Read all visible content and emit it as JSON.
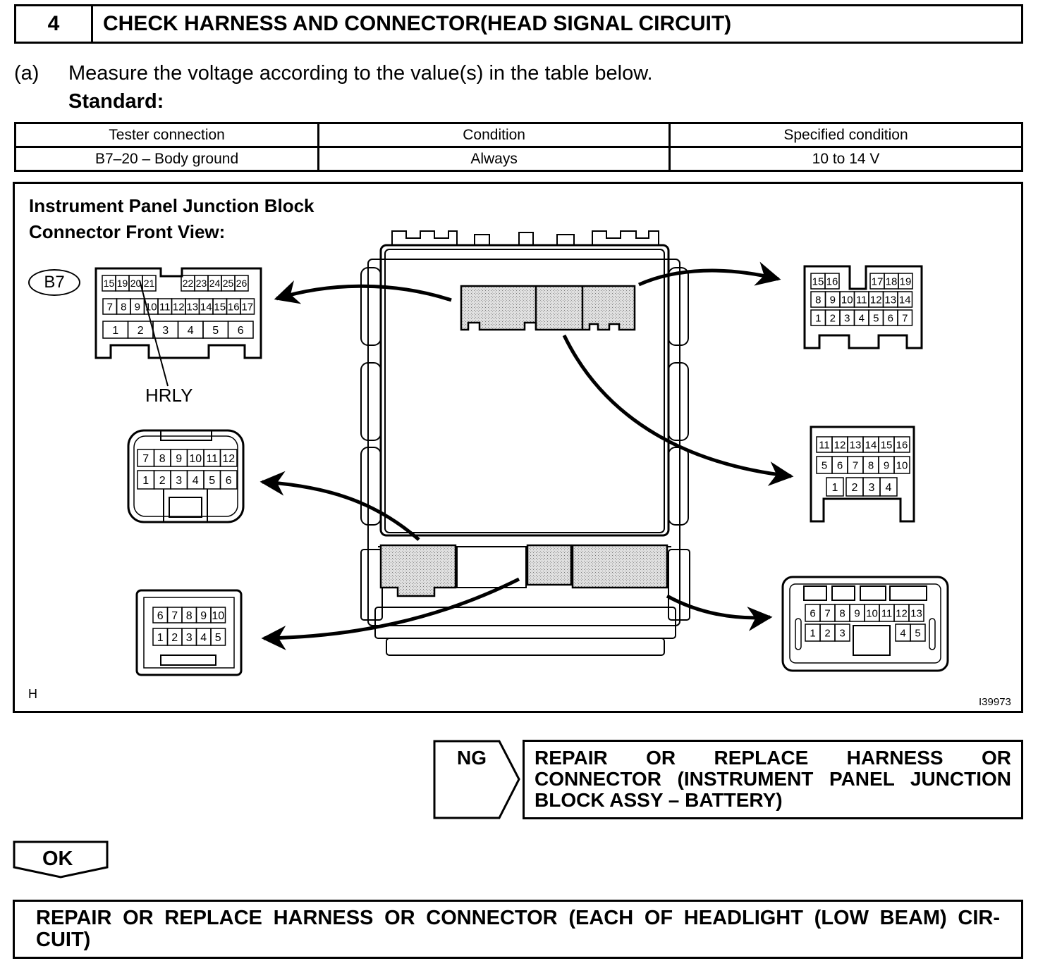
{
  "header": {
    "number": "4",
    "title": "CHECK HARNESS AND CONNECTOR(HEAD SIGNAL CIRCUIT)"
  },
  "step": {
    "label": "(a)",
    "text": "Measure the voltage according to the value(s) in the table below.",
    "standard_label": "Standard:"
  },
  "table": {
    "headers": [
      "Tester connection",
      "Condition",
      "Specified condition"
    ],
    "rows": [
      [
        "B7–20 – Body ground",
        "Always",
        "10 to 14 V"
      ]
    ]
  },
  "figure": {
    "title_line1": "Instrument Panel Junction Block",
    "title_line2": "Connector Front View:",
    "connector_id": "B7",
    "pin_callout": "HRLY",
    "corner_mark": "H",
    "figure_id": "I39973",
    "b7_pins": {
      "row1": [
        "15",
        "19",
        "20",
        "21",
        "22",
        "23",
        "24",
        "25",
        "26"
      ],
      "row2": [
        "7",
        "8",
        "9",
        "10",
        "11",
        "12",
        "13",
        "14",
        "15",
        "16",
        "17"
      ],
      "row3": [
        "1",
        "2",
        "3",
        "4",
        "5",
        "6"
      ]
    },
    "conn_top_right": {
      "row1": [
        "15",
        "16",
        "17",
        "18",
        "19"
      ],
      "row2": [
        "8",
        "9",
        "10",
        "11",
        "12",
        "13",
        "14"
      ],
      "row3": [
        "1",
        "2",
        "3",
        "4",
        "5",
        "6",
        "7"
      ]
    },
    "conn_mid_right": {
      "row1": [
        "11",
        "12",
        "13",
        "14",
        "15",
        "16"
      ],
      "row2": [
        "5",
        "6",
        "7",
        "8",
        "9",
        "10"
      ],
      "row3": [
        "1",
        "2",
        "3",
        "4"
      ]
    },
    "conn_mid_left": {
      "row1": [
        "7",
        "8",
        "9",
        "10",
        "11",
        "12"
      ],
      "row2": [
        "1",
        "2",
        "3",
        "4",
        "5",
        "6"
      ]
    },
    "conn_bot_left": {
      "row1": [
        "6",
        "7",
        "8",
        "9",
        "10"
      ],
      "row2": [
        "1",
        "2",
        "3",
        "4",
        "5"
      ]
    },
    "conn_bot_right": {
      "row1": [
        "6",
        "7",
        "8",
        "9",
        "10",
        "11",
        "12",
        "13"
      ],
      "row2": [
        "1",
        "2",
        "3",
        "4",
        "5"
      ]
    }
  },
  "ng": {
    "label": "NG",
    "line1": "REPAIR OR REPLACE HARNESS OR",
    "line2": "CONNECTOR (INSTRUMENT PANEL JUNCTION",
    "line3": "BLOCK ASSY – BATTERY)"
  },
  "ok": {
    "label": "OK"
  },
  "final": {
    "line1": "REPAIR OR REPLACE HARNESS OR CONNECTOR (EACH OF HEADLIGHT (LOW BEAM) CIR-",
    "line2": "CUIT)"
  }
}
